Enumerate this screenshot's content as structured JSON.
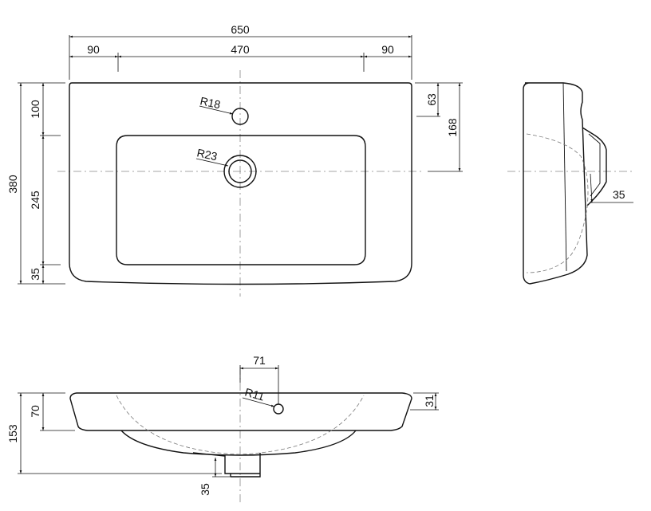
{
  "plan_view": {
    "overall_width": "650",
    "left_margin": "90",
    "center_span": "470",
    "right_margin": "90",
    "top_offset": "100",
    "overall_depth": "380",
    "bowl_depth": "245",
    "front_rim": "35",
    "tap_hole_offset": "63",
    "drain_offset": "168",
    "tap_hole_radius": "R18",
    "drain_radius": "R23"
  },
  "side_view": {
    "waste_height": "35"
  },
  "front_view": {
    "overflow_offset": "71",
    "overflow_radius": "R11",
    "total_height": "153",
    "rim_height": "70",
    "right_rim": "31",
    "waste_outlet": "35"
  }
}
